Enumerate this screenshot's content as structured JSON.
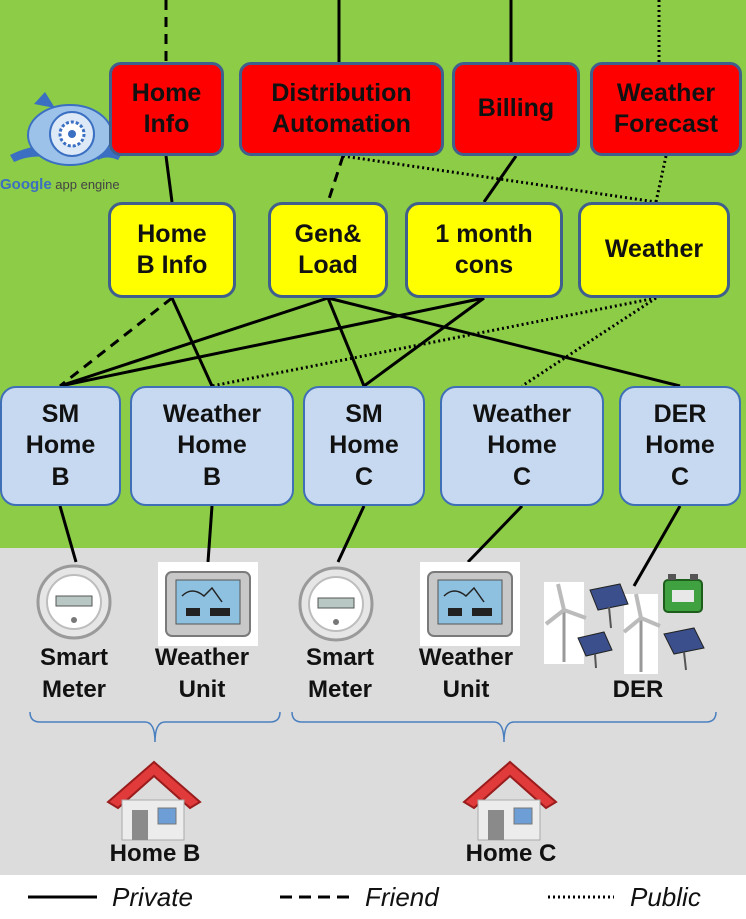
{
  "services": {
    "home_info": "Home\nInfo",
    "distribution_automation": "Distribution\nAutomation",
    "billing": "Billing",
    "weather_forecast": "Weather\nForecast"
  },
  "data_stores": {
    "home_b_info": "Home\nB Info",
    "gen_load": "Gen&\nLoad",
    "month_cons": "1 month\ncons",
    "weather": "Weather"
  },
  "devices": {
    "sm_home_b": "SM\nHome\nB",
    "weather_home_b": "Weather\nHome\nB",
    "sm_home_c": "SM\nHome\nC",
    "weather_home_c": "Weather\nHome\nC",
    "der_home_c": "DER\nHome\nC"
  },
  "hardware": {
    "smart_meter_b": "Smart\nMeter",
    "weather_unit_b": "Weather\nUnit",
    "smart_meter_c": "Smart\nMeter",
    "weather_unit_c": "Weather\nUnit",
    "der": "DER"
  },
  "homes": {
    "home_b": "Home B",
    "home_c": "Home C"
  },
  "platform_logo": {
    "google": "Google",
    "app_engine": "app engine"
  },
  "legend": {
    "private": "Private",
    "friend": "Friend",
    "public": "Public"
  },
  "colors": {
    "cloud_background": "#8ccc47",
    "home_background": "#dcdcdc",
    "service_fill": "#ff0000",
    "store_fill": "#ffff00",
    "device_fill": "#c6d9f0"
  }
}
